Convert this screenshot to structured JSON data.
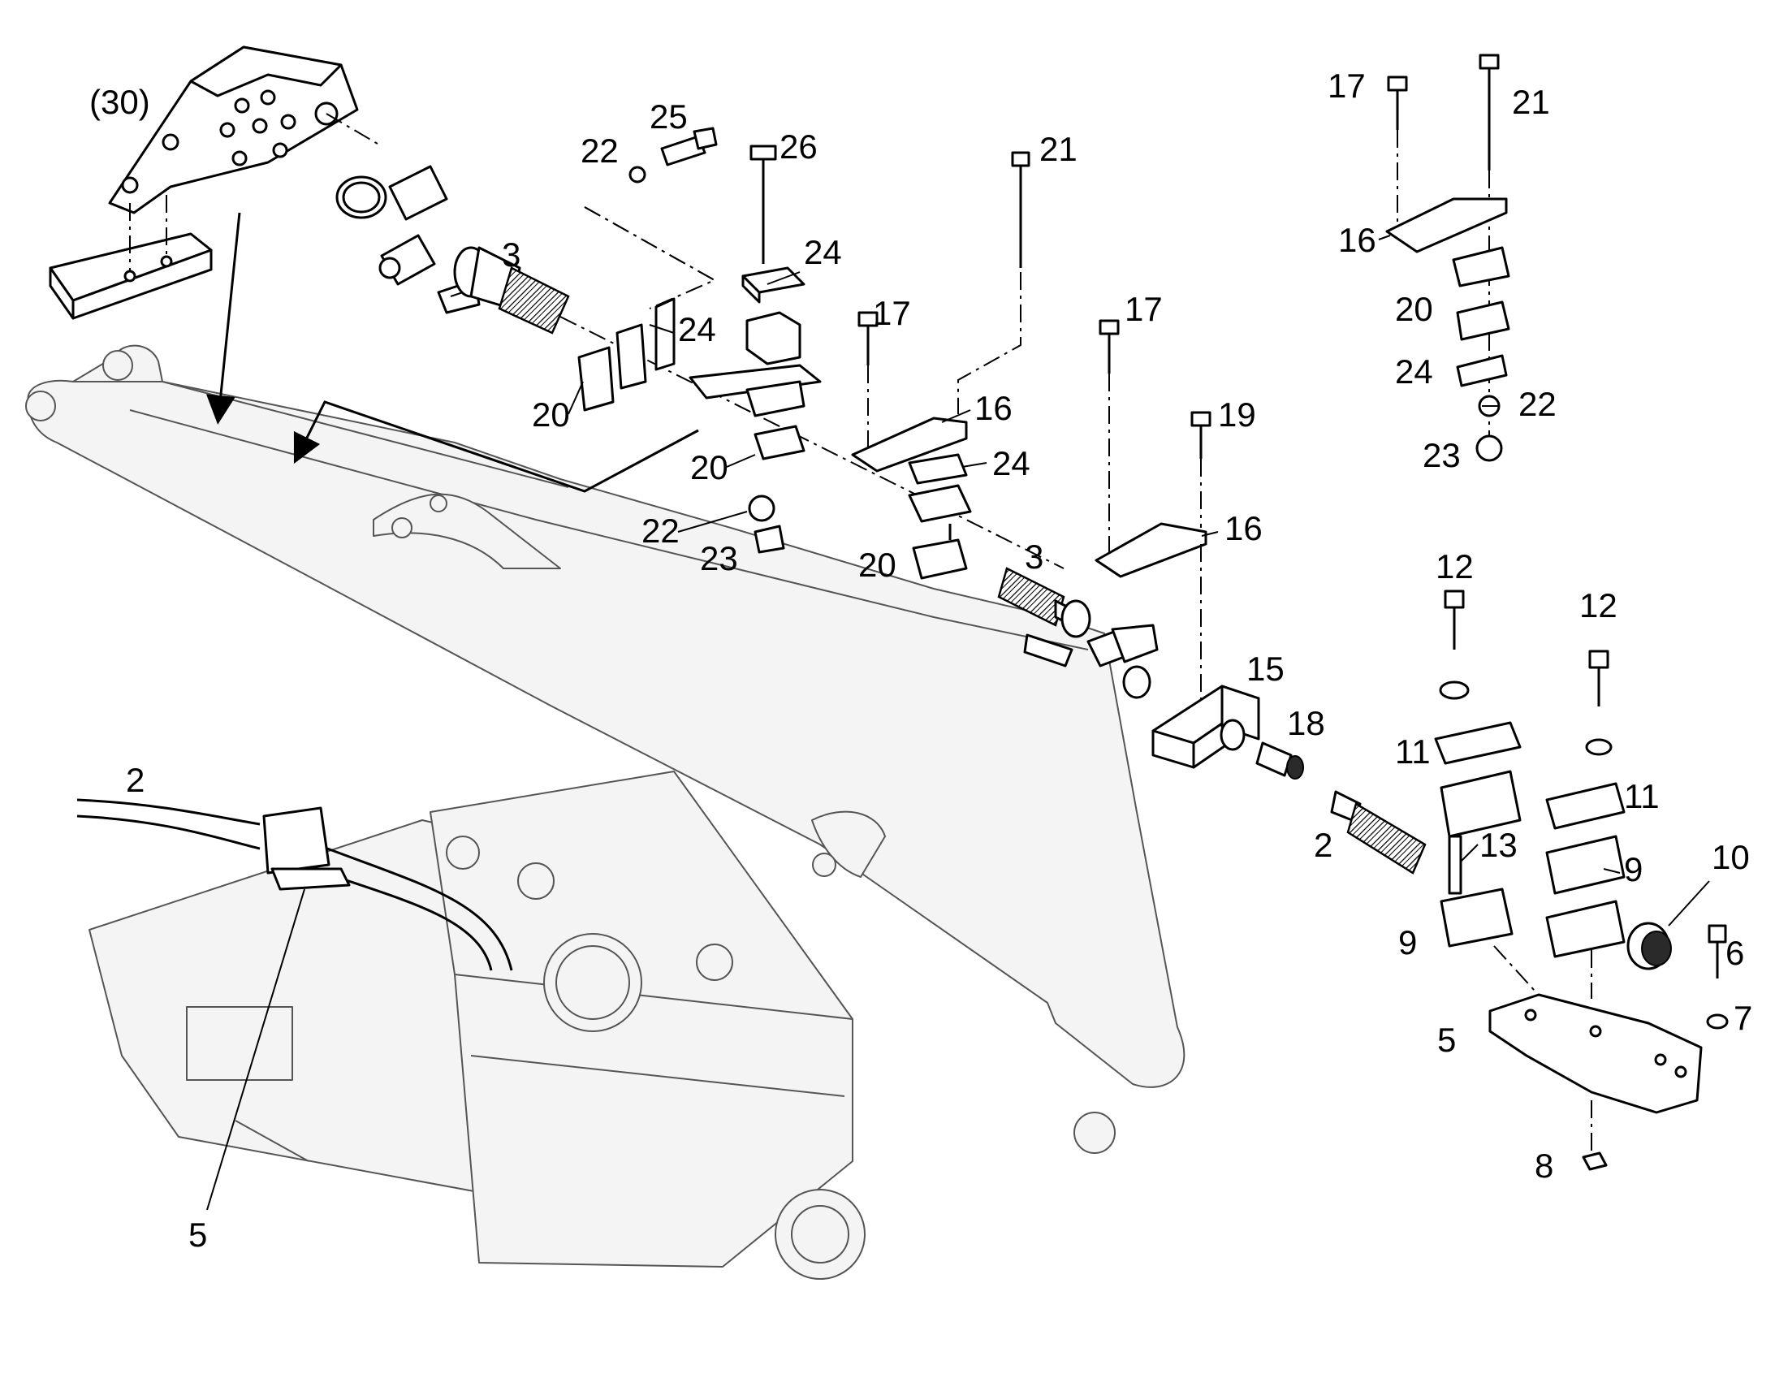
{
  "labels": {
    "ref_30": "(30)",
    "n2a": "2",
    "n2b": "2",
    "n3a": "3",
    "n3b": "3",
    "n5a": "5",
    "n5b": "5",
    "n6": "6",
    "n7": "7",
    "n8": "8",
    "n9a": "9",
    "n9b": "9",
    "n10": "10",
    "n11a": "11",
    "n11b": "11",
    "n12a": "12",
    "n12b": "12",
    "n13": "13",
    "n15": "15",
    "n16a": "16",
    "n16b": "16",
    "n16c": "16",
    "n17a": "17",
    "n17b": "17",
    "n17c": "17",
    "n18": "18",
    "n19": "19",
    "n20a": "20",
    "n20b": "20",
    "n20c": "20",
    "n20d": "20",
    "n21a": "21",
    "n21b": "21",
    "n22a": "22",
    "n22b": "22",
    "n22c": "22",
    "n23a": "23",
    "n23b": "23",
    "n24a": "24",
    "n24b": "24",
    "n24c": "24",
    "n24d": "24",
    "n25": "25",
    "n26": "26"
  },
  "colors": {
    "line": "#000000",
    "background": "#ffffff",
    "faint": "#555555"
  }
}
